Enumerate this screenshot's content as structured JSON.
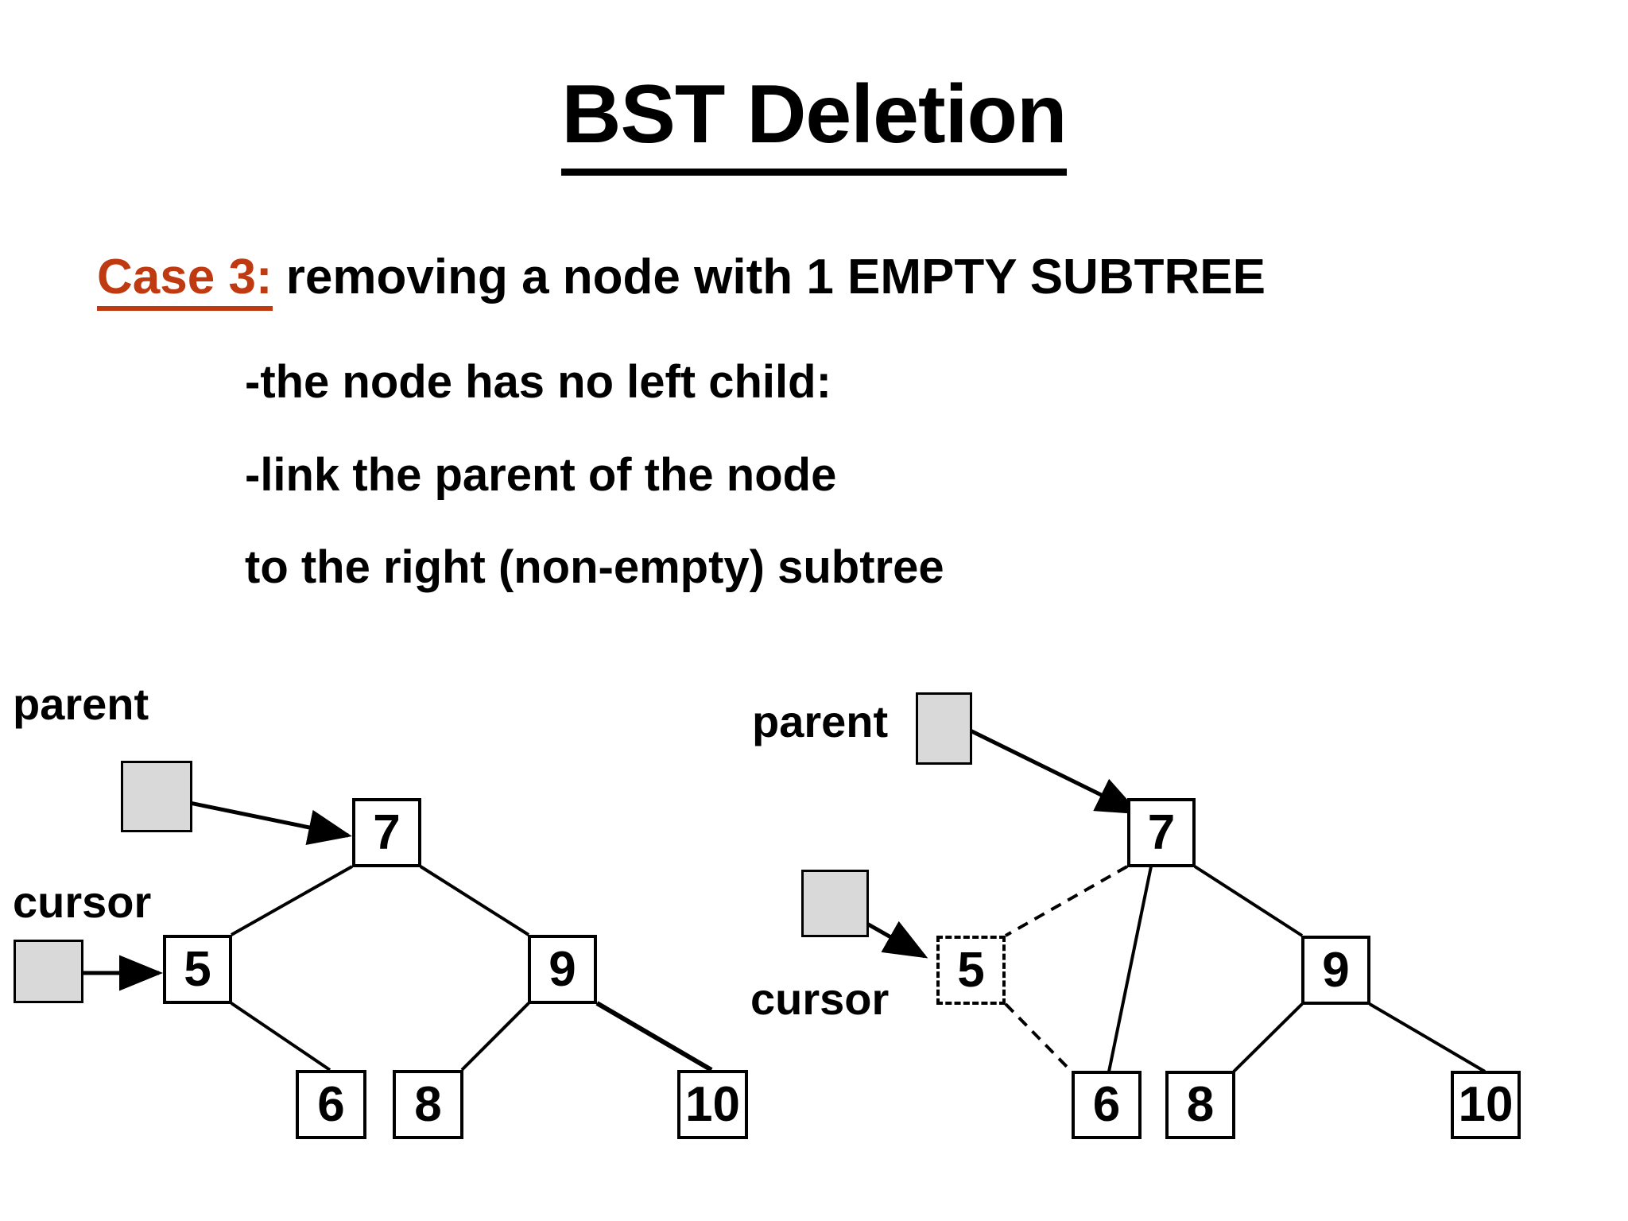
{
  "slide": {
    "title": "BST Deletion",
    "case_label": "Case 3:",
    "case_text": " removing a node  with 1 EMPTY SUBTREE",
    "bullets": [
      "-the node has no left child:",
      "-link the parent of the node",
      "to the right (non-empty) subtree"
    ],
    "colors": {
      "accent": "#BF3A10",
      "text": "#000000",
      "pointer_box_fill": "#D9D9D9",
      "background": "#FFFFFF",
      "stroke": "#000000"
    }
  },
  "diagrams": [
    {
      "id": "before",
      "caption_parent": "parent",
      "caption_cursor": "cursor",
      "nodes": [
        {
          "id": "n7",
          "label": "7"
        },
        {
          "id": "n5",
          "label": "5"
        },
        {
          "id": "n9",
          "label": "9"
        },
        {
          "id": "n6",
          "label": "6"
        },
        {
          "id": "n8",
          "label": "8"
        },
        {
          "id": "n10",
          "label": "10"
        }
      ],
      "edges": [
        {
          "from": "7",
          "to": "5",
          "style": "solid"
        },
        {
          "from": "7",
          "to": "9",
          "style": "solid"
        },
        {
          "from": "5",
          "to": "6",
          "style": "solid"
        },
        {
          "from": "9",
          "to": "8",
          "style": "solid"
        },
        {
          "from": "9",
          "to": "10",
          "style": "solid"
        }
      ],
      "pointers": [
        {
          "name": "parent",
          "target": "7"
        },
        {
          "name": "cursor",
          "target": "5"
        }
      ]
    },
    {
      "id": "after",
      "caption_parent": "parent",
      "caption_cursor": "cursor",
      "nodes": [
        {
          "id": "n7",
          "label": "7",
          "state": "normal"
        },
        {
          "id": "n5",
          "label": "5",
          "state": "deleted"
        },
        {
          "id": "n9",
          "label": "9",
          "state": "normal"
        },
        {
          "id": "n6",
          "label": "6",
          "state": "normal"
        },
        {
          "id": "n8",
          "label": "8",
          "state": "normal"
        },
        {
          "id": "n10",
          "label": "10",
          "state": "normal"
        }
      ],
      "edges": [
        {
          "from": "7",
          "to": "5",
          "style": "dashed"
        },
        {
          "from": "5",
          "to": "6",
          "style": "dashed"
        },
        {
          "from": "7",
          "to": "6",
          "style": "solid"
        },
        {
          "from": "7",
          "to": "9",
          "style": "solid"
        },
        {
          "from": "9",
          "to": "8",
          "style": "solid"
        },
        {
          "from": "9",
          "to": "10",
          "style": "solid"
        }
      ],
      "pointers": [
        {
          "name": "parent",
          "target": "7"
        },
        {
          "name": "cursor",
          "target": "5"
        }
      ]
    }
  ]
}
